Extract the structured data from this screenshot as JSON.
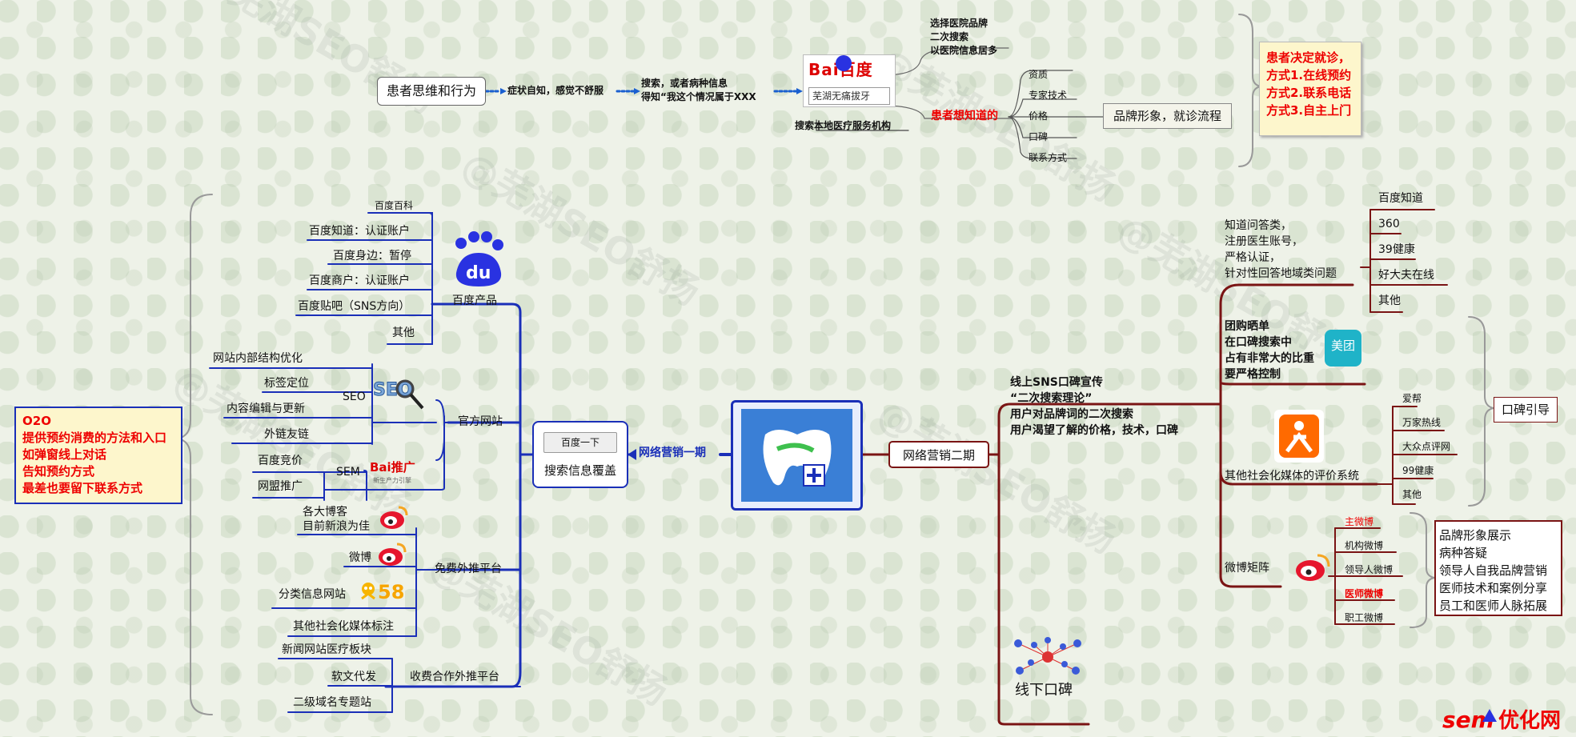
{
  "top": {
    "patient_behavior": "患者思维和行为",
    "symptom": "症状自知，感觉不舒服",
    "search_line1": "搜索，或者病种信息",
    "search_line2": "得知“我这个情况属于XXX",
    "baidu_logo": "Bai百度",
    "baidu_search_text": "芜湖无痛拔牙",
    "search_local": "搜索本地医疗服务机构",
    "choose_line1": "选择医院品牌",
    "choose_line2": "二次搜索",
    "choose_line3": "以医院信息居多",
    "want_know": "患者想知道的",
    "want_items": [
      "资质",
      "专家技术",
      "价格",
      "口碑",
      "联系方式"
    ],
    "brand_flow": "品牌形象，就诊流程",
    "decision": [
      "患者决定就诊，",
      "方式1.在线预约",
      "方式2.联系电话",
      "方式3.自主上门"
    ]
  },
  "center": {
    "phase1": "网络营销一期",
    "phase2": "网络营销二期"
  },
  "left": {
    "search_cover": "搜索信息覆盖",
    "baidu_button": "百度一下",
    "baidu_products_label": "百度产品",
    "baidu_products": [
      "百度百科",
      "百度知道：认证账户",
      "百度身边：暂停",
      "百度商户：认证账户",
      "百度贴吧（SNS方向）",
      "其他"
    ],
    "official_site": "官方网站",
    "seo_label": "SEO",
    "seo_items": [
      "网站内部结构优化",
      "标签定位",
      "内容编辑与更新",
      "外链友链"
    ],
    "sem_label": "SEM",
    "sem_items": [
      "百度竞价",
      "网盟推广"
    ],
    "sem_logo": "Bai推广",
    "sem_logo_sub": "新生产力引擎",
    "free_platform": "免费外推平台",
    "free_items": [
      "各大博客",
      "目前新浪为佳",
      "微博",
      "分类信息网站",
      "其他社会化媒体标注"
    ],
    "logo_58": "58",
    "paid_platform": "收费合作外推平台",
    "paid_items": [
      "新闻网站医疗板块",
      "软文代发",
      "二级域名专题站"
    ],
    "o2o": [
      "O2O",
      "提供预约消费的方法和入口",
      "如弹窗线上对话",
      "告知预约方式",
      "最差也要留下联系方式"
    ]
  },
  "right": {
    "sns": [
      "线上SNS口碑宣传",
      "“二次搜索理论”",
      "用户对品牌词的二次搜索",
      "用户渴望了解的价格，技术，口碑"
    ],
    "qa": [
      "知道问答类，",
      "注册医生账号，",
      "严格认证，",
      "针对性回答地域类问题"
    ],
    "qa_items": [
      "百度知道",
      "360",
      "39健康",
      "好大夫在线",
      "其他"
    ],
    "group": [
      "团购晒单",
      "在口碑搜索中",
      "占有非常大的比重",
      "要严格控制"
    ],
    "meituan": "美团",
    "social_eval": "其他社会化媒体的评价系统",
    "social_items": [
      "爱帮",
      "万家热线",
      "大众点评网",
      "99健康",
      "其他"
    ],
    "reputation": "口碑引导",
    "weibo_matrix": "微博矩阵",
    "weibo_items": [
      "主微博",
      "机构微博",
      "领导人微博",
      "医师微博",
      "职工微博"
    ],
    "weibo_goals": [
      "品牌形象展示",
      "病种答疑",
      "领导人自我品牌营销",
      "医师技术和案例分享",
      "员工和医师人脉拓展"
    ],
    "offline": "线下口碑"
  },
  "footer": {
    "brand_sem": "sem",
    "brand_cn": "优化网"
  },
  "watermark": "@芜湖SEO舒扬",
  "colors": {
    "blue": "#1a2fb8",
    "maroon": "#7a1414",
    "red": "#e00000",
    "green": "#cfe0c8"
  }
}
